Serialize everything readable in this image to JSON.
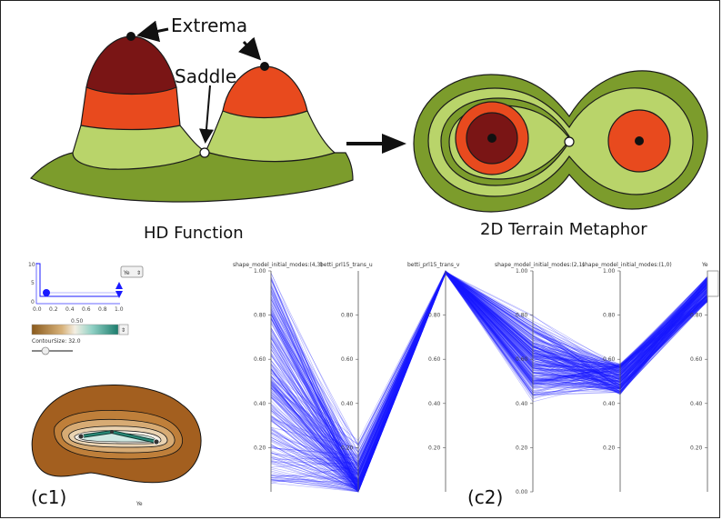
{
  "top": {
    "extrema_label": "Extrema",
    "saddle_label": "Saddle",
    "hd_function_label": "HD Function",
    "terrain_label": "2D Terrain Metaphor"
  },
  "panel_c1": {
    "tag": "(c1)",
    "mini_plot": {
      "y_top": "10",
      "y_mid": "5",
      "y_bot": "0",
      "x_ticks": [
        "0.0",
        "0.2",
        "0.4",
        "0.6",
        "0.8",
        "1.0"
      ]
    },
    "variable_select": "Ye",
    "colormap_value": "0.50",
    "contour_size_label": "ContourSize: 32.0",
    "map_caption": "Ye"
  },
  "panel_c2": {
    "tag": "(c2)",
    "axes": [
      {
        "name": "shape_model_initial_modes:(4,3)",
        "ticks": [
          "1.00",
          "0.80",
          "0.60",
          "0.40",
          "0.20"
        ]
      },
      {
        "name": "betti_prl15_trans_u",
        "ticks": [
          "0.80",
          "0.60",
          "0.40",
          "0.20"
        ]
      },
      {
        "name": "betti_prl15_trans_v",
        "ticks": [
          "0.80",
          "0.60",
          "0.40",
          "0.20"
        ]
      },
      {
        "name": "shape_model_initial_modes:(2,1)",
        "ticks": [
          "1.00",
          "0.80",
          "0.60",
          "0.40",
          "0.20",
          "0.00"
        ]
      },
      {
        "name": "shape_model_initial_modes:(1,0)",
        "ticks": [
          "1.00",
          "0.80",
          "0.60",
          "0.40",
          "0.20"
        ]
      },
      {
        "name": "Ye",
        "ticks": [
          "0.80",
          "0.60",
          "0.40",
          "0.20"
        ]
      }
    ],
    "line_color": "#1a1aff"
  },
  "colors": {
    "peak_dark": "#7a1515",
    "peak_orange": "#e84a1e",
    "light_green": "#b9d46a",
    "olive_green": "#7c9c2c",
    "outline": "#1a1a1a"
  }
}
